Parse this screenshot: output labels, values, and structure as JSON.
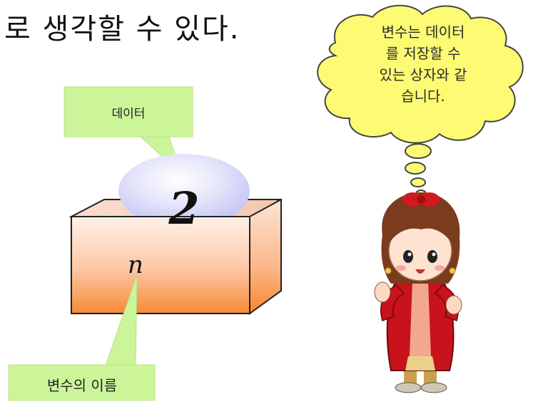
{
  "title_text": "로 생각할 수 있다.",
  "data_callout_label": "데이터",
  "box_value": "2",
  "variable_name_symbol": "n",
  "variable_name_callout_label": "변수의 이름",
  "thought_bubble_lines": [
    "변수는 데이터",
    "를 저장할 수",
    "있는 상자와 같",
    "습니다."
  ],
  "colors": {
    "callout_fill": "#ccf59a",
    "bubble_fill": "#fdfb73",
    "sphere_fill": "#c9c9f7",
    "box_top": "#f7d2bd",
    "box_front_top": "#fde0d0",
    "box_front_bottom": "#f68e3c"
  }
}
